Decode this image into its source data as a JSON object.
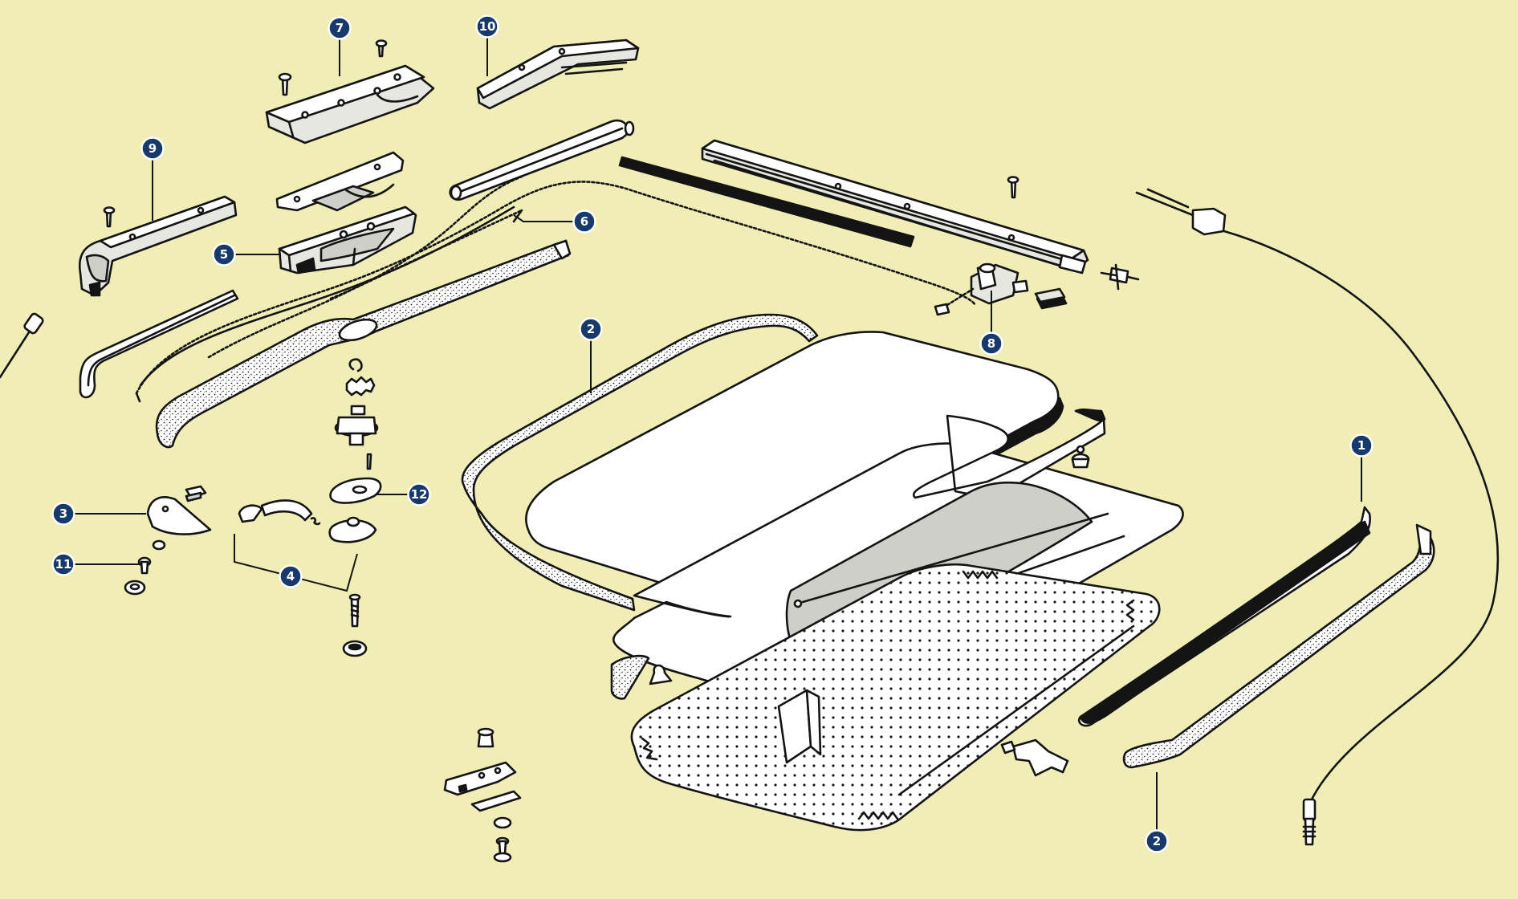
{
  "callouts": [
    {
      "id": "c7",
      "label": "7"
    },
    {
      "id": "c10",
      "label": "10"
    },
    {
      "id": "c9",
      "label": "9"
    },
    {
      "id": "c5",
      "label": "5"
    },
    {
      "id": "c6",
      "label": "6"
    },
    {
      "id": "c2a",
      "label": "2"
    },
    {
      "id": "c8",
      "label": "8"
    },
    {
      "id": "c1",
      "label": "1"
    },
    {
      "id": "c3",
      "label": "3"
    },
    {
      "id": "c11",
      "label": "11"
    },
    {
      "id": "c12",
      "label": "12"
    },
    {
      "id": "c4",
      "label": "4"
    },
    {
      "id": "c2b",
      "label": "2"
    }
  ],
  "colors": {
    "background": "#f0eeb6",
    "badge_fill": "#173a6b",
    "badge_text": "#ffffff",
    "line_art": "#141414",
    "part_fill": "#ffffff"
  }
}
